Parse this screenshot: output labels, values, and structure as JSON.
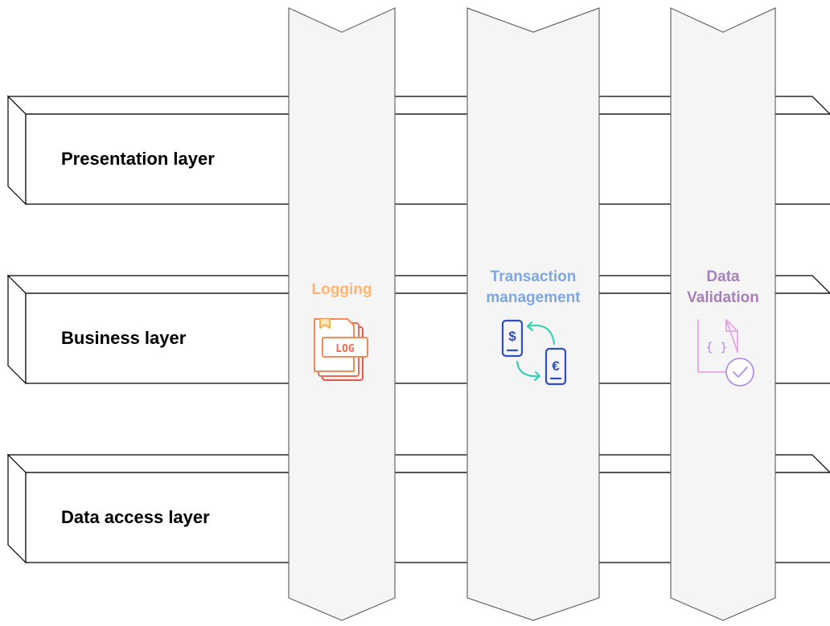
{
  "layers": [
    {
      "label": "Presentation layer"
    },
    {
      "label": "Business layer"
    },
    {
      "label": "Data access layer"
    }
  ],
  "concerns": [
    {
      "title_lines": [
        "Logging"
      ],
      "color": "#FFB570",
      "icon": "log-file-icon",
      "icon_text": "LOG"
    },
    {
      "title_lines": [
        "Transaction",
        "management"
      ],
      "color": "#7EA6E0",
      "icon": "currency-exchange-icon"
    },
    {
      "title_lines": [
        "Data",
        "Validation"
      ],
      "color": "#A680B8",
      "icon": "code-check-icon",
      "icon_text": "{ }"
    }
  ],
  "colors": {
    "stroke": "#000000",
    "concern_fill": "#F5F5F5",
    "concern_stroke": "#666666",
    "log_orange": "#F58A55",
    "log_red": "#E8564E",
    "phone_blue": "#2F4FBF",
    "arrow_teal": "#3CCFB4",
    "validation_purple": "#B08FE8",
    "validation_pink": "#E7A4E6"
  }
}
